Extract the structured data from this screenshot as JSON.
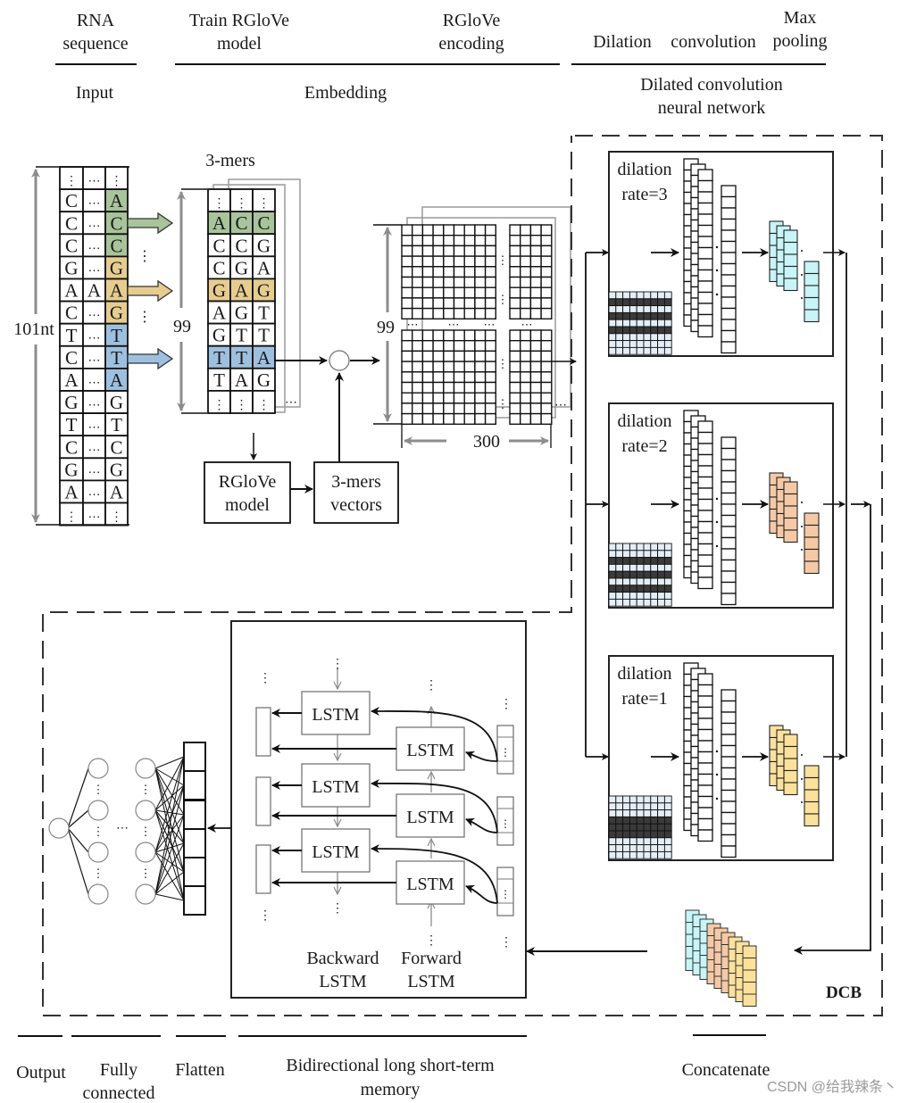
{
  "colors": {
    "green": "#a8c49a",
    "yellow": "#e6cd8f",
    "blue": "#9ec0e0",
    "red_letter": "#d01c1c",
    "cyan_fmap": "#c8f5f7",
    "orange_fmap": "#f6c9a6",
    "gold_fmap": "#fbe19c",
    "gray_arrow": "#8c8c8c",
    "dark_cell": "#3a3a3a",
    "light_cell": "#e4eef7"
  },
  "header": {
    "rna_sequence": [
      "RNA",
      "sequence"
    ],
    "train_rglove": [
      "Train RGloVe",
      "model"
    ],
    "rglove_encoding": [
      "RGloVe",
      "encoding"
    ],
    "dilation": "Dilation",
    "convolution": "convolution",
    "max_pooling": [
      "Max",
      "pooling"
    ],
    "input": "Input",
    "embedding": "Embedding",
    "dilated_cnn": [
      "Dilated convolution",
      "neural network"
    ]
  },
  "input_seq": {
    "length_label": "101nt",
    "rows": [
      [
        "⋮",
        "⋯",
        "⋮"
      ],
      [
        "C",
        "⋯",
        "A"
      ],
      [
        "C",
        "⋯",
        "C"
      ],
      [
        "C",
        "⋯",
        "C"
      ],
      [
        "G",
        "⋯",
        "G"
      ],
      [
        "A",
        "A",
        "A"
      ],
      [
        "C",
        "⋯",
        "G"
      ],
      [
        "T",
        "⋯",
        "T"
      ],
      [
        "C",
        "⋯",
        "T"
      ],
      [
        "A",
        "⋯",
        "A"
      ],
      [
        "G",
        "⋯",
        "G"
      ],
      [
        "T",
        "⋯",
        "T"
      ],
      [
        "C",
        "⋯",
        "C"
      ],
      [
        "G",
        "⋯",
        "G"
      ],
      [
        "A",
        "⋯",
        "A"
      ],
      [
        "⋮",
        "⋯",
        "⋮"
      ]
    ],
    "highlight": [
      "none",
      "green",
      "green",
      "green",
      "yellow",
      "yellow",
      "yellow",
      "blue",
      "blue",
      "blue",
      "none",
      "none",
      "none",
      "none",
      "none",
      "none"
    ]
  },
  "kmers": {
    "title": "3-mers",
    "count_label": "99",
    "rows": [
      [
        "⋮",
        "⋮",
        "⋮"
      ],
      [
        "A",
        "C",
        "C"
      ],
      [
        "C",
        "C",
        "G"
      ],
      [
        "C",
        "G",
        "A"
      ],
      [
        "G",
        "A",
        "G"
      ],
      [
        "A",
        "G",
        "T"
      ],
      [
        "G",
        "T",
        "T"
      ],
      [
        "T",
        "T",
        "A"
      ],
      [
        "T",
        "A",
        "G"
      ],
      [
        "⋮",
        "⋮",
        "⋮"
      ]
    ],
    "highlight": [
      "none",
      "green",
      "none",
      "none",
      "yellow",
      "none",
      "none",
      "blue",
      "none",
      "none"
    ],
    "ellipsis": "⋯"
  },
  "rglove_model": [
    "RGloVe",
    "model"
  ],
  "kmer_vectors": [
    "3-mers",
    "vectors"
  ],
  "encoding_matrix": {
    "rows_label": "99",
    "cols_label": "300"
  },
  "dcb": {
    "label": "DCB",
    "branches": [
      {
        "dilation_word": "dilation",
        "rate": "rate=3",
        "fmap_color": "cyan_fmap"
      },
      {
        "dilation_word": "dilation",
        "rate": "rate=2",
        "fmap_color": "orange_fmap"
      },
      {
        "dilation_word": "dilation",
        "rate": "rate=1",
        "fmap_color": "gold_fmap"
      }
    ]
  },
  "bilstm": {
    "cell_label": "LSTM",
    "backward": [
      "Backward",
      "LSTM"
    ],
    "forward": [
      "Forward",
      "LSTM"
    ]
  },
  "footer": {
    "output": "Output",
    "fully_connected": [
      "Fully",
      "connected"
    ],
    "flatten": "Flatten",
    "bilstm": [
      "Bidirectional long short-term",
      "memory"
    ],
    "concatenate": "Concatenate"
  },
  "watermark": "CSDN @给我辣条丶"
}
